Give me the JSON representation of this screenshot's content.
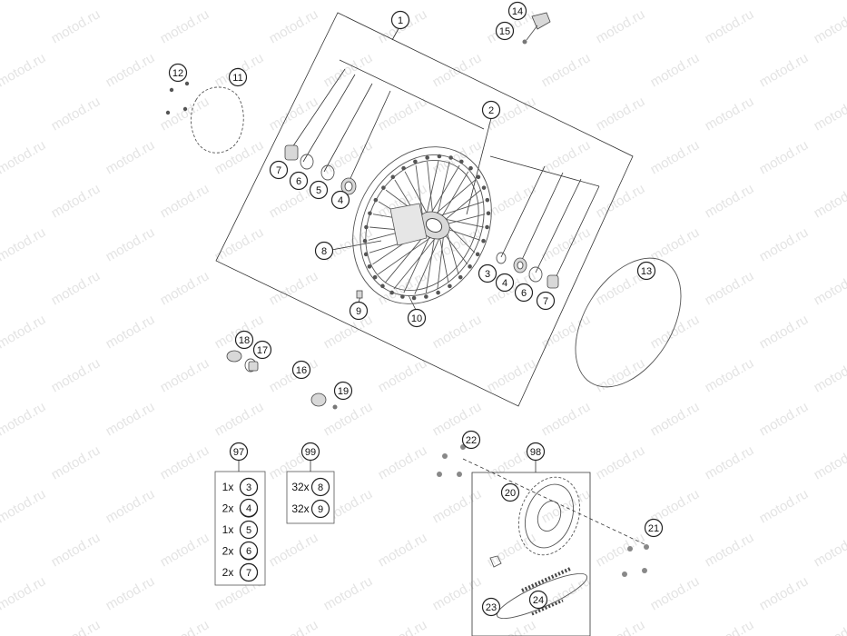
{
  "watermark": {
    "text": "motod.ru",
    "color": "#e4e4e4"
  },
  "callouts": {
    "c1": "1",
    "c2": "2",
    "c3a": "3",
    "c3b": "3",
    "c4a": "4",
    "c4b": "4",
    "c5": "5",
    "c6a": "6",
    "c6b": "6",
    "c7a": "7",
    "c7b": "7",
    "c8": "8",
    "c9": "9",
    "c10": "10",
    "c11": "11",
    "c12": "12",
    "c13": "13",
    "c14": "14",
    "c15": "15",
    "c16": "16",
    "c17": "17",
    "c18": "18",
    "c19": "19",
    "c20": "20",
    "c21": "21",
    "c22": "22",
    "c23": "23",
    "c24": "24",
    "c97": "97",
    "c98": "98",
    "c99": "99"
  },
  "kit97": {
    "rows": [
      {
        "qty": "1x",
        "part": "3"
      },
      {
        "qty": "2x",
        "part": "4"
      },
      {
        "qty": "1x",
        "part": "5"
      },
      {
        "qty": "2x",
        "part": "6"
      },
      {
        "qty": "2x",
        "part": "7"
      }
    ]
  },
  "kit99": {
    "rows": [
      {
        "qty": "32x",
        "part": "8"
      },
      {
        "qty": "32x",
        "part": "9"
      }
    ]
  }
}
